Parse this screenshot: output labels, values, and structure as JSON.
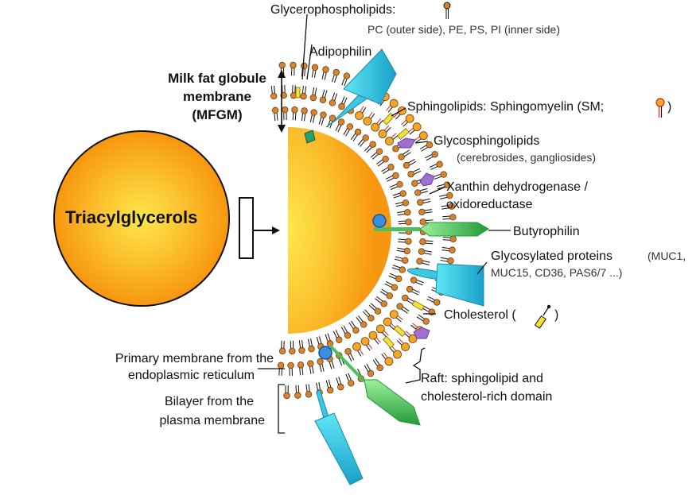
{
  "title": "Milk fat globule membrane structure",
  "globule": {
    "label": "Triacylglycerols",
    "colors": {
      "center": "#fde84a",
      "edge": "#f7960f"
    }
  },
  "left_labels": {
    "mfgm": [
      "Milk fat globule",
      "membrane",
      "(MFGM)"
    ],
    "primary": [
      "Primary membrane from the",
      "endoplasmic reticulum"
    ],
    "bilayer": [
      "Bilayer from the",
      "plasma membrane"
    ]
  },
  "right_labels": {
    "glycerophospholipids": {
      "title": "Glycerophospholipids:",
      "detail": "PC (outer side), PE, PS, PI (inner side)"
    },
    "adipophilin": {
      "title": "Adipophilin"
    },
    "sphingolipids": {
      "title": "Sphingolipids: Sphingomyelin (SM;",
      "close": ")"
    },
    "glycosphingolipids": {
      "title": "Glycosphingolipids",
      "detail": "(cerebrosides, gangliosides)"
    },
    "xanthine": {
      "line1": "Xanthin dehydrogenase /",
      "line2": "oxidoreductase"
    },
    "butyrophilin": {
      "title": "Butyrophilin"
    },
    "glycoproteins": {
      "title": "Glycosylated proteins",
      "detail1": "(MUC1,",
      "detail2": "MUC15, CD36, PAS6/7 ...)"
    },
    "cholesterol": {
      "title": "Cholesterol (",
      "close": ")"
    },
    "raft": {
      "line1": "Raft: sphingolipid and",
      "line2": "cholesterol-rich domain"
    }
  },
  "colors": {
    "phospholipid_head": "#d4852e",
    "sphingomyelin_head": "#f5a623",
    "sphingomyelin_tail": "#e02020",
    "cholesterol": "#f3e13a",
    "glycoprotein": "#3cc8e0",
    "butyrophilin": "#4cc05a",
    "xanthine": "#3a8fe0",
    "glycosphingolipid": "#a070d0",
    "adipophilin": "#2aa06a"
  }
}
